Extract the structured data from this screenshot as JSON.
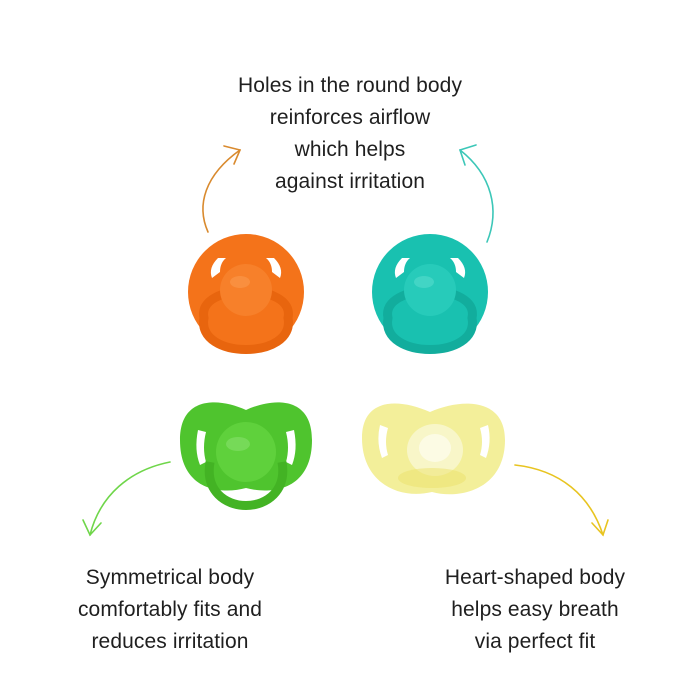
{
  "captions": {
    "top": [
      "Holes in the round body",
      "reinforces airflow",
      "which helps",
      "against irritation"
    ],
    "bottom_left": [
      "Symmetrical body",
      "comfortably fits and",
      "reduces irritation"
    ],
    "bottom_right": [
      "Heart-shaped body",
      "helps easy breath",
      "via perfect fit"
    ]
  },
  "pacifiers": [
    {
      "name": "orange-round-pacifier",
      "color": "#f4731a"
    },
    {
      "name": "teal-round-pacifier",
      "color": "#19c1b0"
    },
    {
      "name": "green-symmetrical-pacifier",
      "color": "#4fc42e"
    },
    {
      "name": "yellow-heart-shaped-pacifier",
      "color": "#f3ef9a"
    }
  ],
  "arrow_colors": {
    "orange": "#d98a2e",
    "teal": "#3cc7b8",
    "green": "#6fd64a",
    "yellow": "#e8c420"
  }
}
